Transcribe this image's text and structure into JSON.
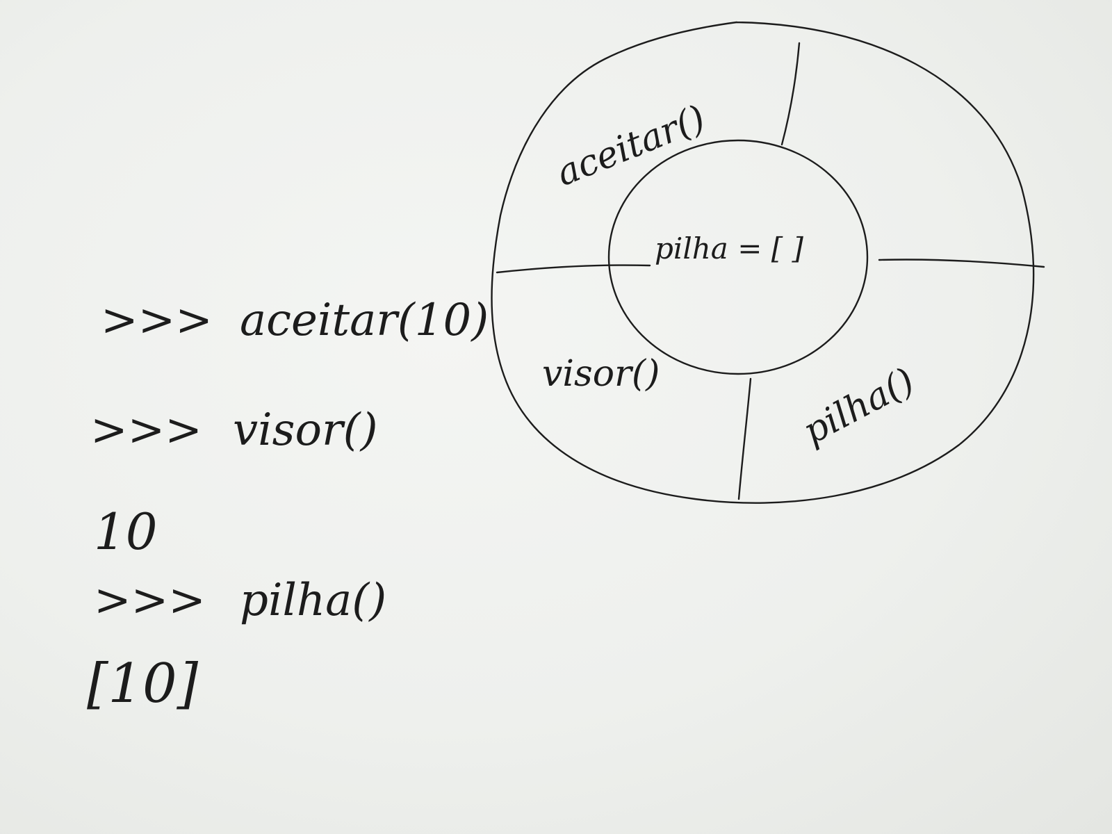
{
  "session": {
    "lines": [
      {
        "kind": "input",
        "prompt": ">>>",
        "code": "aceitar(10)"
      },
      {
        "kind": "input",
        "prompt": ">>>",
        "code": "visor()"
      },
      {
        "kind": "output",
        "text": "10"
      },
      {
        "kind": "input",
        "prompt": ">>>",
        "code": "pilha()"
      },
      {
        "kind": "output",
        "text": "[10]"
      }
    ]
  },
  "diagram": {
    "core": {
      "label": "pilha = [ ]"
    },
    "methods": {
      "top": "aceitar()",
      "left": "visor()",
      "right": "pilha()"
    }
  },
  "colors": {
    "ink": "#1c1c1c",
    "board": "#eef0ed"
  }
}
